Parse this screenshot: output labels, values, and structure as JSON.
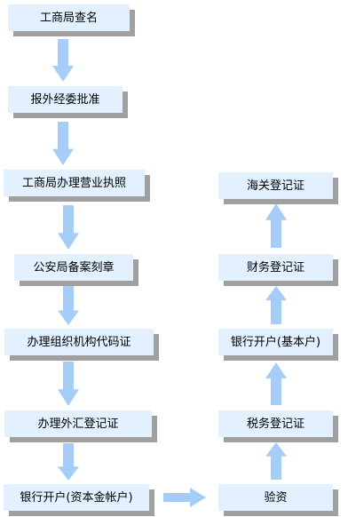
{
  "diagram": {
    "nodes": [
      {
        "id": "n1",
        "label": "工商局查名"
      },
      {
        "id": "n2",
        "label": "报外经委批准"
      },
      {
        "id": "n3",
        "label": "工商局办理营业执照"
      },
      {
        "id": "n4",
        "label": "公安局备案刻章"
      },
      {
        "id": "n5",
        "label": "办理组织机构代码证"
      },
      {
        "id": "n6",
        "label": "办理外汇登记证"
      },
      {
        "id": "n7",
        "label": "银行开户(资本金帐户)"
      },
      {
        "id": "n8",
        "label": "验资"
      },
      {
        "id": "n9",
        "label": "税务登记证"
      },
      {
        "id": "n10",
        "label": "银行开户(基本户)"
      },
      {
        "id": "n11",
        "label": "财务登记证"
      },
      {
        "id": "n12",
        "label": "海关登记证"
      }
    ],
    "edges": [
      {
        "from": "n1",
        "to": "n2"
      },
      {
        "from": "n2",
        "to": "n3"
      },
      {
        "from": "n3",
        "to": "n4"
      },
      {
        "from": "n4",
        "to": "n5"
      },
      {
        "from": "n5",
        "to": "n6"
      },
      {
        "from": "n6",
        "to": "n7"
      },
      {
        "from": "n7",
        "to": "n8"
      },
      {
        "from": "n8",
        "to": "n9"
      },
      {
        "from": "n9",
        "to": "n10"
      },
      {
        "from": "n10",
        "to": "n11"
      },
      {
        "from": "n11",
        "to": "n12"
      }
    ],
    "colors": {
      "box_fill": "#e2f0ff",
      "box_shadow": "#a0a0a0",
      "arrow_fill": "#a6cdf7",
      "text": "#000000"
    }
  }
}
